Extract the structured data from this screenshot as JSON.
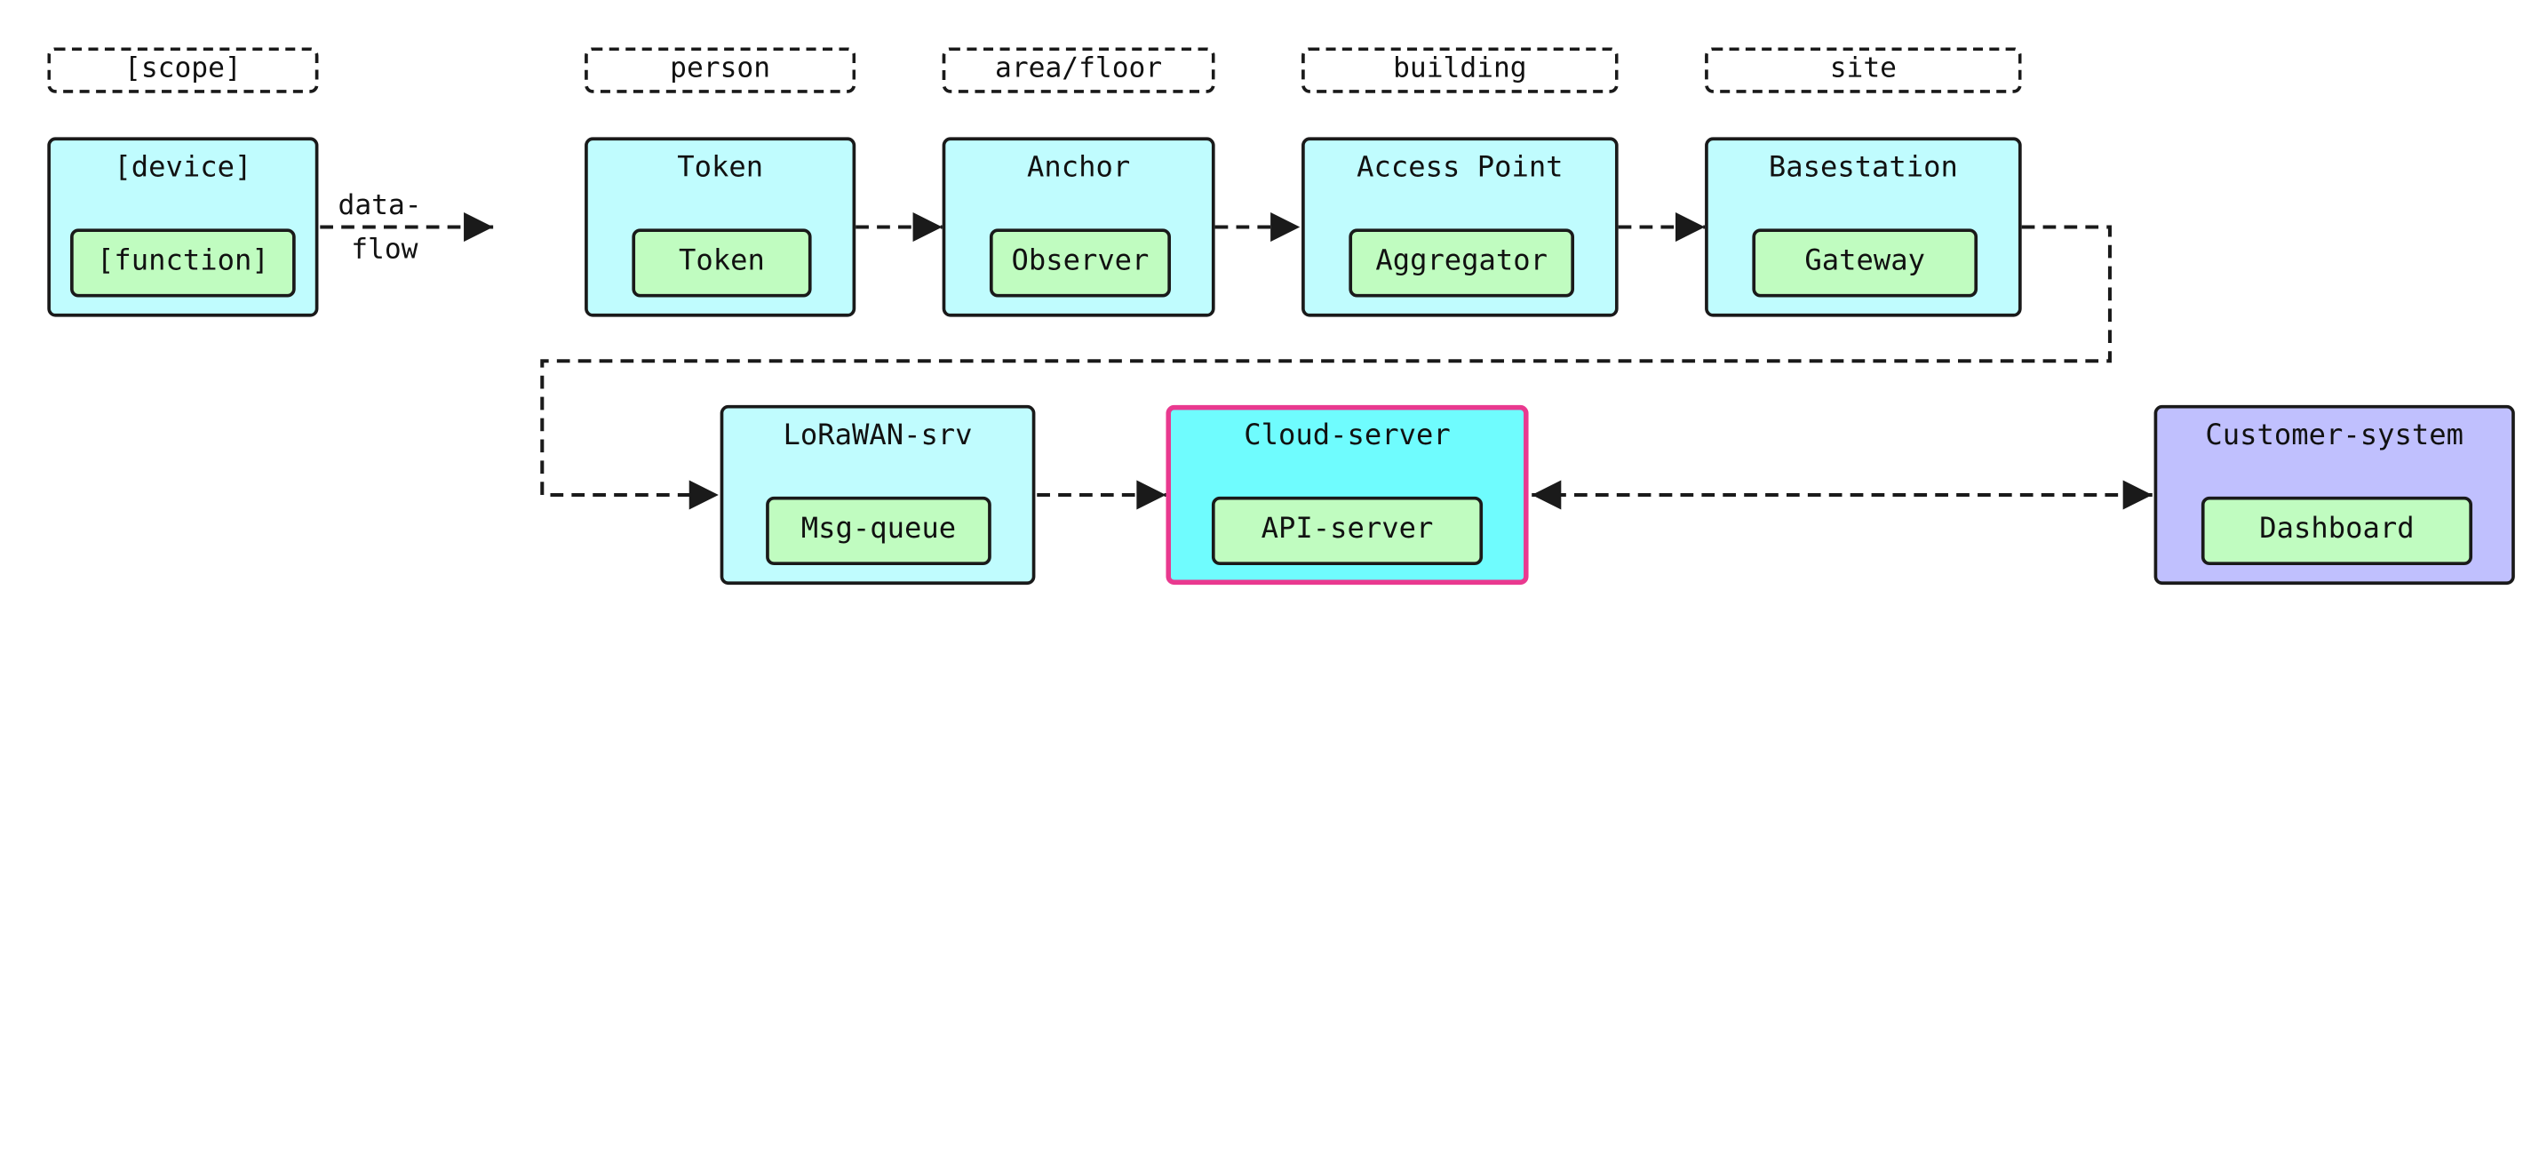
{
  "legend": {
    "scope_label": "[scope]",
    "device_label": "[device]",
    "function_label": "[function]",
    "flow_label_line1": "data-",
    "flow_label_line2": "flow"
  },
  "scopes": {
    "person": "person",
    "area_floor": "area/floor",
    "building": "building",
    "site": "site"
  },
  "devices": {
    "token": {
      "title": "Token",
      "function": "Token"
    },
    "anchor": {
      "title": "Anchor",
      "function": "Observer"
    },
    "access_point": {
      "title": "Access Point",
      "function": "Aggregator"
    },
    "basestation": {
      "title": "Basestation",
      "function": "Gateway"
    },
    "lorawan_srv": {
      "title": "LoRaWAN-srv",
      "function": "Msg-queue"
    },
    "cloud_server": {
      "title": "Cloud-server",
      "function": "API-server"
    },
    "customer_system": {
      "title": "Customer-system",
      "function": "Dashboard"
    }
  },
  "colors": {
    "device_fill": "#c0fcfe",
    "cloud_fill": "#6ffcfe",
    "cloud_border": "#e9398f",
    "customer_fill": "#c0c0fe",
    "function_fill": "#c0fcc0",
    "stroke": "#1a1a1a"
  }
}
